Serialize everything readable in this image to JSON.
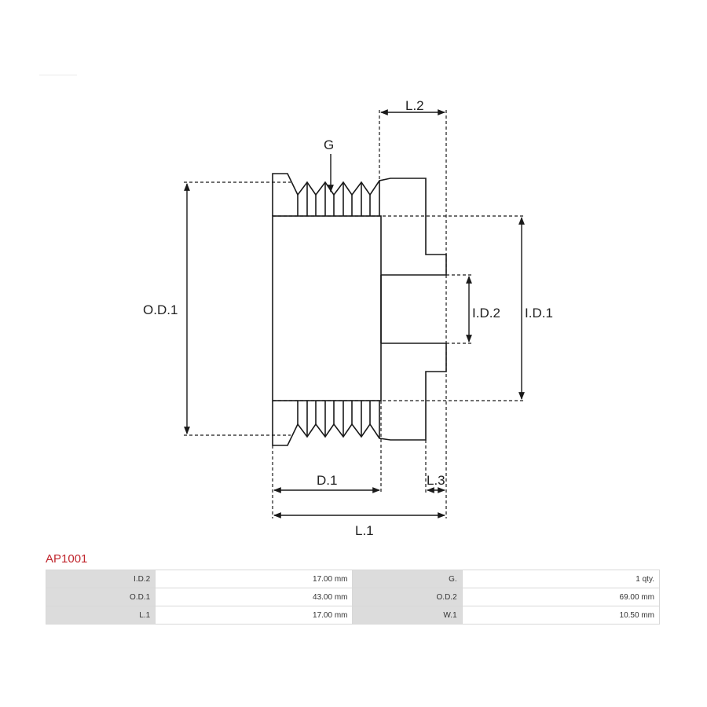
{
  "diagram": {
    "labels": {
      "L2": "L.2",
      "G": "G",
      "OD1": "O.D.1",
      "ID2": "I.D.2",
      "ID1": "I.D.1",
      "D1": "D.1",
      "L3": "L.3",
      "L1": "L.1"
    },
    "colors": {
      "line": "#1a1a1a"
    }
  },
  "part_code": "AP1001",
  "specs": [
    [
      {
        "label": "I.D.2",
        "value": "17.00 mm"
      },
      {
        "label": "G.",
        "value": "1 qty."
      }
    ],
    [
      {
        "label": "O.D.1",
        "value": "43.00 mm"
      },
      {
        "label": "O.D.2",
        "value": "69.00 mm"
      }
    ],
    [
      {
        "label": "L.1",
        "value": "17.00 mm"
      },
      {
        "label": "W.1",
        "value": "10.50 mm"
      }
    ]
  ]
}
